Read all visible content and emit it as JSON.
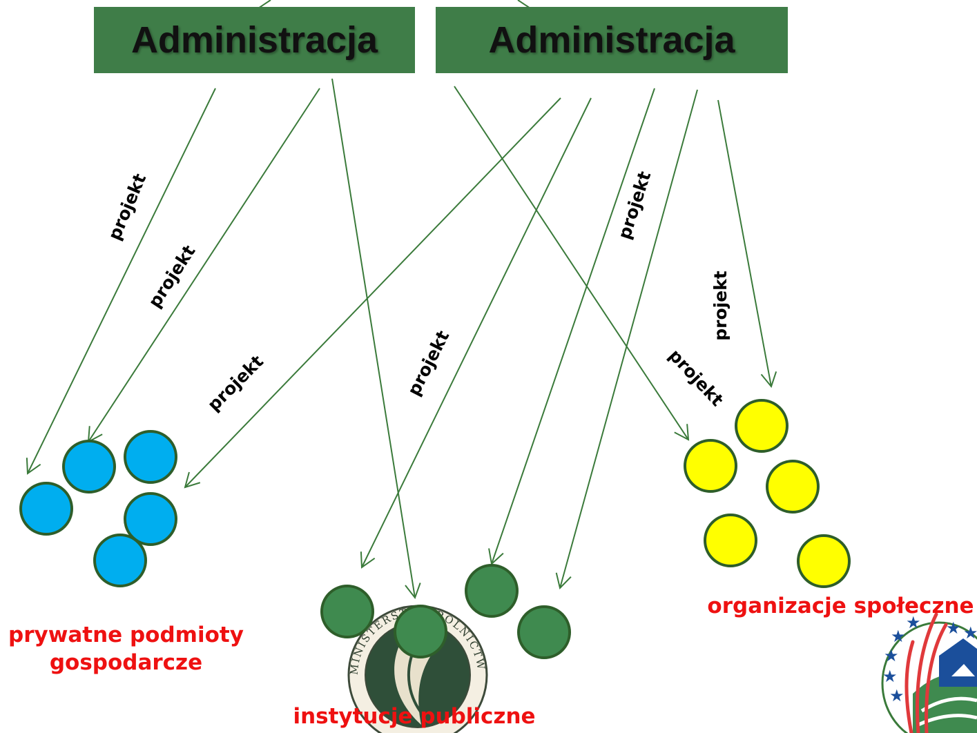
{
  "nodes": {
    "admin_left": "Administracja",
    "admin_right": "Administracja"
  },
  "edge_label": "projekt",
  "groups": {
    "private": "prywatne podmioty gospodarcze",
    "public": "instytucje publiczne",
    "social": "organizacje społeczne"
  },
  "logos": {
    "ministry_seal": "MINISTERSTWO ROLNICTWA I ROZWOJU WSI"
  },
  "colors": {
    "admin_fill": "#3f7d48",
    "arrow": "#3a7a3a",
    "blue_circle": "#00aeef",
    "green_circle": "#3f8a4f",
    "yellow_circle": "#ffff00",
    "circle_stroke": "#2e5e2a",
    "group_label": "#ee1111"
  }
}
